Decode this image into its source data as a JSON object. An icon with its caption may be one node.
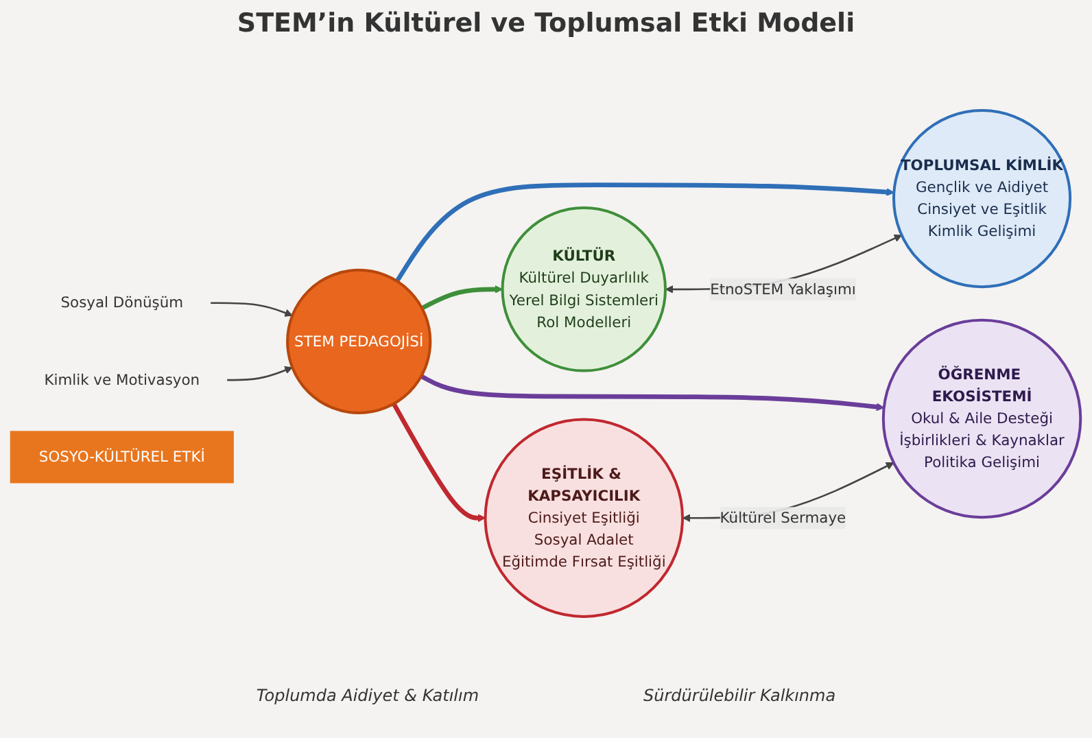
{
  "diagram": {
    "title": "STEM’in Kültürel ve Toplumsal Etki Modeli",
    "nodes": [
      {
        "text": [
          "KÜLTÜR",
          "Kültürel Duyarlılık",
          "Yerel Bilgi Sistemleri",
          "Rol Modelleri"
        ]
      },
      {
        "text": [
          "TOPLUMSAL KİMLİK",
          "Gençlik ve Aidiyet",
          "Cinsiyet ve Eşitlik",
          "Kimlik Gelişimi"
        ]
      },
      {
        "text": [
          "STEM PEDAGOJİSİ"
        ]
      },
      {
        "text": [
          "Sosyal Dönüşüm"
        ]
      },
      {
        "text": [
          "Kimlik ve Motivasyon"
        ]
      },
      {
        "text": [
          "EŞİTLİK & KAPSAYICILIK",
          "Cinsiyet Eşitliği",
          "Sosyal Adalet",
          "Eğitimde Fırsat Eşitliği"
        ]
      },
      {
        "text": [
          "ÖĞRENME EKOSİSTEMİ",
          "Okul & Aile Desteği",
          "İşbirlikleri & Kaynaklar",
          "Politika Gelişimi"
        ]
      },
      {
        "text": [
          "SOSYO-KÜLTÜREL ETKİ"
        ]
      }
    ],
    "edges": [
      {
        "from": 2,
        "to": 0,
        "arrow": "to",
        "style": "thick",
        "color": "#3f8f3a"
      },
      {
        "from": 2,
        "to": 1,
        "arrow": "to",
        "style": "thick",
        "color": "#2f6fb8"
      },
      {
        "from": 0,
        "to": 1,
        "arrow": "both",
        "label": "EtnoSTEM Yaklaşımı"
      },
      {
        "from": 3,
        "to": 2,
        "arrow": "to"
      },
      {
        "from": 4,
        "to": 2,
        "arrow": "to"
      },
      {
        "from": 2,
        "to": 5,
        "arrow": "to",
        "style": "thick",
        "color": "#c0282f"
      },
      {
        "from": 2,
        "to": 6,
        "arrow": "to",
        "style": "thick",
        "color": "#6a3d9a"
      },
      {
        "from": 5,
        "to": 6,
        "arrow": "both",
        "label": "Kültürel Sermaye"
      }
    ],
    "labels": [
      "Toplumda Aidiyet & Katılım",
      "Sürdürülebilir Kalkınma"
    ]
  }
}
